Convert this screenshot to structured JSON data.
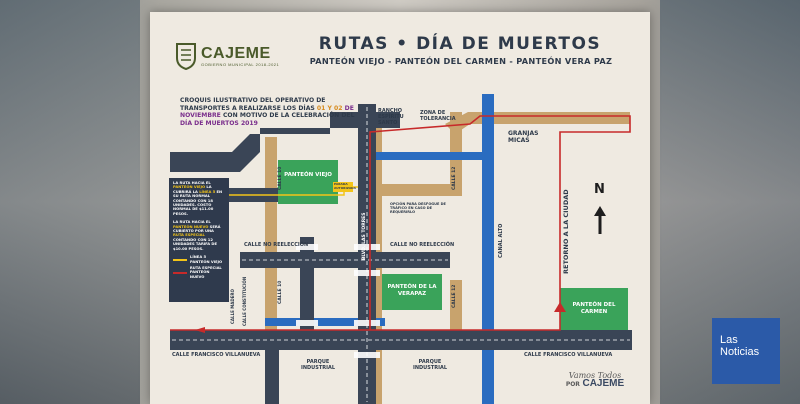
{
  "logo": {
    "name": "CAJEME",
    "subtitle": "GOBIERNO MUNICIPAL 2018-2021"
  },
  "title": "RUTAS • DÍA DE MUERTOS",
  "subtitle": "PANTEÓN VIEJO - PANTEÓN DEL CARMEN - PANTEÓN VERA PAZ",
  "intro": {
    "part1": "CROQUIS ILUSTRATIVO DEL OPERATIVO DE TRANSPORTES A REALIZARSE LOS DÍAS",
    "dates": "01 Y 02",
    "month": "DE NOVIEMBRE",
    "part2": "CON MOTIVO DE LA CELEBRACIÓN DEL",
    "event": "DÍA DE MUERTOS 2019"
  },
  "legend": {
    "p1_a": "LA RUTA HACIA EL",
    "p1_b": "PANTEÓN VIEJO",
    "p1_c": "LA CUBRIRÁ LA",
    "p1_d": "LÍNEA 5",
    "p1_e": "EN SU RUTA NORMAL CONTANDO CON 18 UNIDADES. COSTO NORMAL DE $11.00 PESOS.",
    "p2_a": "LA RUTA HACIA EL",
    "p2_b": "PANTEÓN NUEVO",
    "p2_c": "SERÁ CUBIERTO POR UNA",
    "p2_d": "RUTA ESPECIAL",
    "p2_e": "CONTANDO CON 12 UNIDADES TARIFA DE $10.00 PESOS.",
    "item1": "LÍNEA 5",
    "item1_sub": "PANTEÓN VIEJO",
    "item2": "RUTA ESPECIAL",
    "item2_sub": "PANTEÓN NUEVO"
  },
  "places": {
    "rancho": "RANCHO ESPÍRITU SANTO",
    "zona": "ZONA DE TOLERANCIA",
    "granjas": "GRANJAS MICAS",
    "parada": "PARADA AUTORIZADA",
    "opcion": "OPCIÓN PARA DESFOGUE DE TRÁFICO EN CASO DE REQUERIRLO",
    "parque1": "PARQUE INDUSTRIAL",
    "parque2": "PARQUE INDUSTRIAL"
  },
  "cemeteries": {
    "viejo": "PANTEÓN VIEJO",
    "verapaz": "PANTEÓN DE LA VERAPAZ",
    "carmen": "PANTEÓN DEL CARMEN"
  },
  "streets": {
    "no_reeleccion_1": "CALLE NO REELECCIÓN",
    "no_reeleccion_2": "CALLE NO REELECCIÓN",
    "villanueva_1": "CALLE FRANCISCO VILLANUEVA",
    "villanueva_2": "CALLE FRANCISCO VILLANUEVA",
    "calle10_a": "CALLE 10",
    "calle10_b": "CALLE 10",
    "calle12_a": "CALLE 12",
    "calle12_b": "CALLE 12",
    "madero": "CALLE MADERO",
    "constitucion": "CALLE CONSTITUCIÓN",
    "las_torres": "BLVD. LAS TORRES",
    "canal_alto": "CANAL ALTO",
    "retorno": "RETORNO A LA CIUDAD"
  },
  "north": "N",
  "slogan": {
    "line1": "Vamos Todos",
    "line2": "POR",
    "brand": "CAJEME"
  },
  "badge": {
    "line1": "Las",
    "line2": "Noticias"
  },
  "colors": {
    "road": "#3a4556",
    "canal": "#2a6cc0",
    "dirt": "#c8a36d",
    "park": "#3aa35a",
    "route_red": "#c72a2a",
    "route_yellow": "#f3c419"
  }
}
